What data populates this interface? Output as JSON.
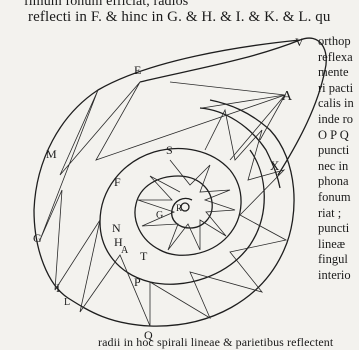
{
  "text": {
    "top_cut": "fimum fonum efficiat, radios",
    "first_line": "reflecti in F. & hinc in  G. & H. & I. & K. & L. qu",
    "right_column": [
      "orthop",
      "reflexa",
      "mente",
      "ri pacti",
      "calis in",
      "inde ro",
      "O P Q",
      "puncti",
      "nec in",
      "phona",
      "fonum",
      "riat ;",
      "puncti",
      "lineæ",
      "fingul",
      "interio"
    ],
    "bottom_cut": "radii in hoc spirali lineae & parietibus reflectent"
  },
  "figure": {
    "labels": {
      "V": "V",
      "A": "A",
      "E": "E",
      "X": "X",
      "M": "M",
      "S": "S",
      "F": "F",
      "G_center": "G",
      "R": "R",
      "N": "N",
      "H": "H",
      "A_inner": "A",
      "T": "T",
      "G_outer": "G",
      "P": "P",
      "I": "I",
      "L": "L",
      "Q": "Q"
    }
  }
}
